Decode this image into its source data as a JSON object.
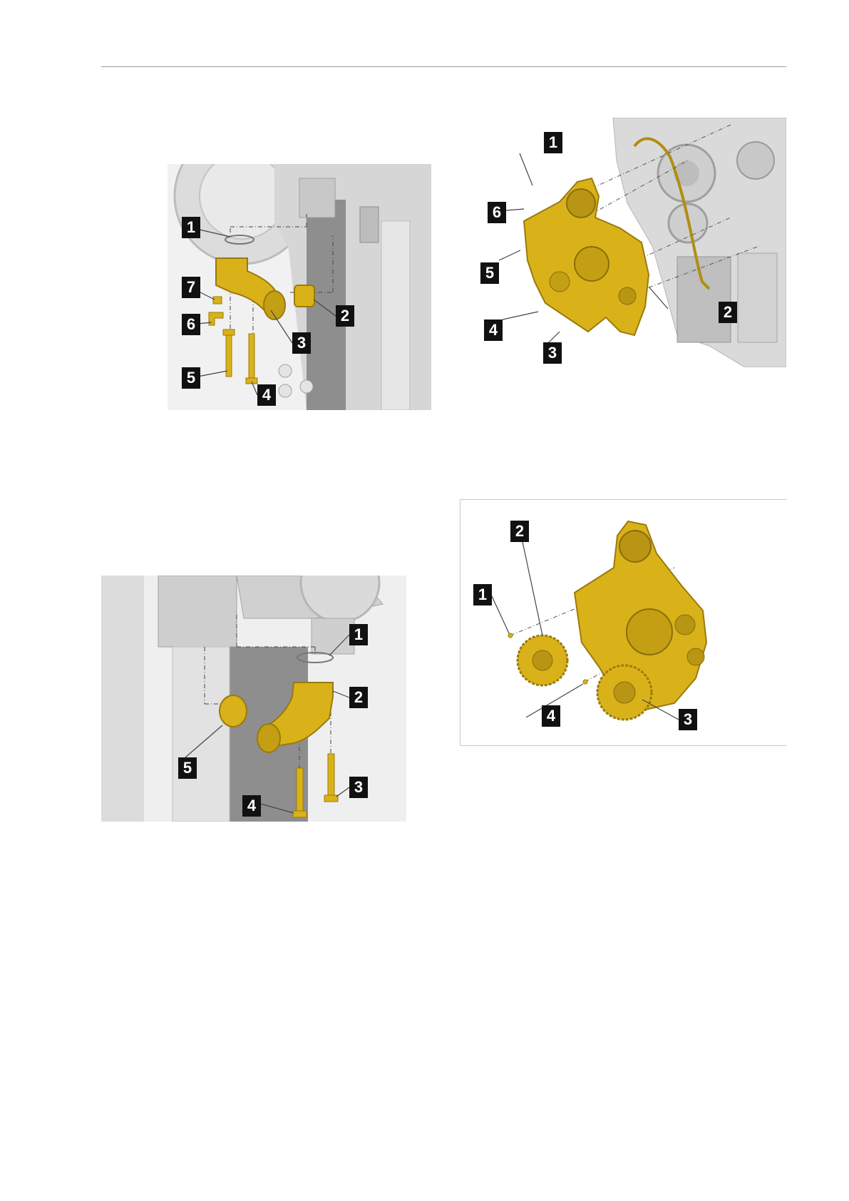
{
  "colors": {
    "part_gold": "#d9b21a",
    "part_gold_dark": "#9a7a0c",
    "engine_grey": "#d8d8d8",
    "engine_dark": "#8c8c8c",
    "callout_bg": "#111111",
    "callout_text": "#ffffff",
    "leader_line": "#444444"
  },
  "figures": [
    {
      "id": "figure-1",
      "callouts": [
        "1",
        "2",
        "3",
        "4",
        "5",
        "6",
        "7"
      ]
    },
    {
      "id": "figure-2",
      "callouts": [
        "1",
        "2",
        "3",
        "4",
        "5",
        "6"
      ]
    },
    {
      "id": "figure-3",
      "callouts": [
        "1",
        "2",
        "3",
        "4",
        "5"
      ]
    },
    {
      "id": "figure-4",
      "callouts": [
        "1",
        "2",
        "3",
        "4"
      ]
    }
  ]
}
